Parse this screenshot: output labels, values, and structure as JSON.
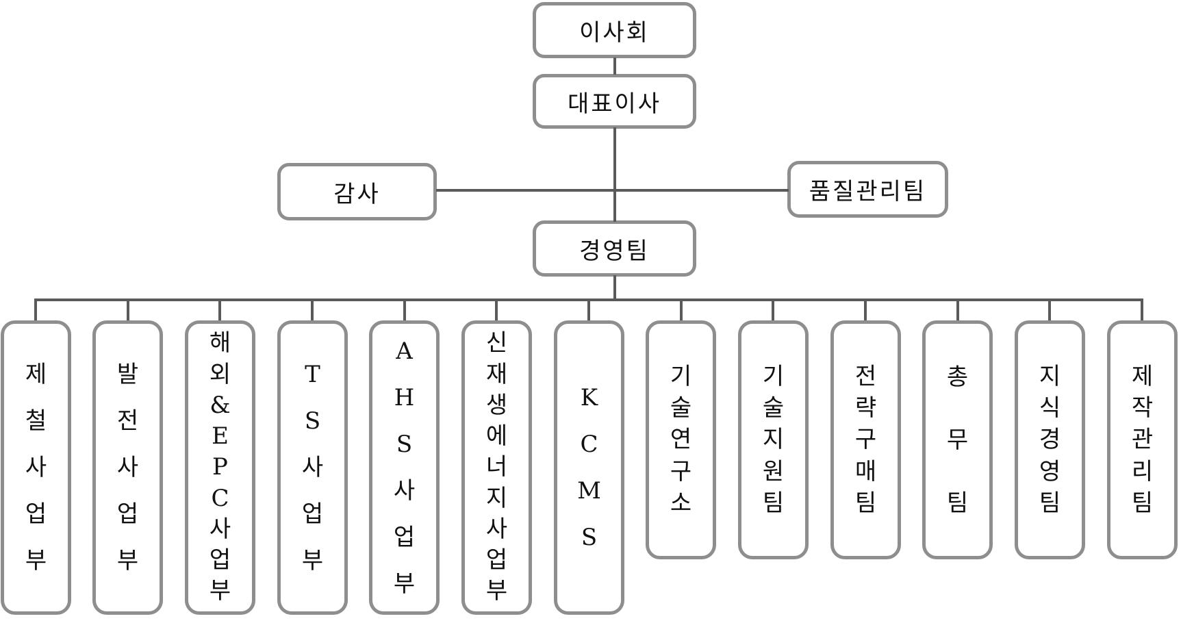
{
  "chart": {
    "type": "org-chart",
    "nodes": {
      "board": {
        "label": "이사회"
      },
      "ceo": {
        "label": "대표이사"
      },
      "audit": {
        "label": "감사"
      },
      "quality_team": {
        "label": "품질관리팀"
      },
      "management_team": {
        "label": "경영팀"
      }
    },
    "departments": [
      {
        "label": "제철사업부",
        "size": "tall"
      },
      {
        "label": "발전사업부",
        "size": "tall"
      },
      {
        "label": "해외&EPC사업부",
        "size": "tall"
      },
      {
        "label": "TS사업부",
        "size": "tall"
      },
      {
        "label": "AHS사업부",
        "size": "tall"
      },
      {
        "label": "신재생에너지사업부",
        "size": "tall"
      },
      {
        "label": "KCMS",
        "size": "tall"
      },
      {
        "label": "기술연구소",
        "size": "short"
      },
      {
        "label": "기술지원팀",
        "size": "short"
      },
      {
        "label": "전략구매팀",
        "size": "short"
      },
      {
        "label": "총무팀",
        "size": "short"
      },
      {
        "label": "지식경영팀",
        "size": "short"
      },
      {
        "label": "제작관리팀",
        "size": "short"
      }
    ],
    "colors": {
      "box_border": "#8e8e8e",
      "connector_line": "#5a5a5a",
      "text": "#111111",
      "background": "#ffffff"
    }
  }
}
